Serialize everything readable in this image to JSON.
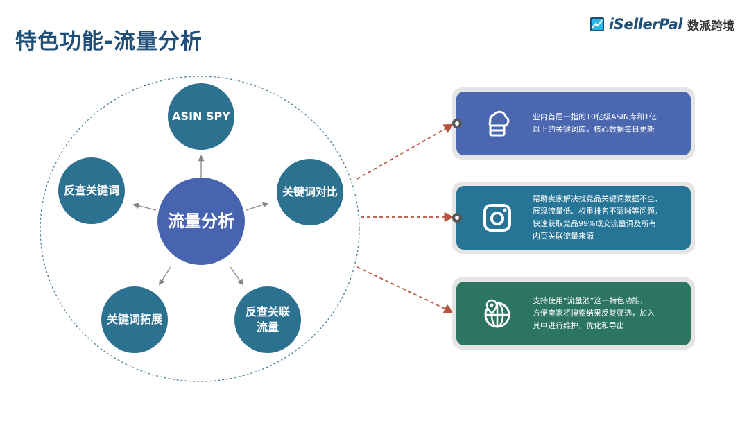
{
  "page_title": "特色功能-流量分析",
  "brand": {
    "name": "iSellerPal",
    "cn_name": "数派跨境",
    "colors": {
      "primary": "#1f4e79",
      "accent": "#2eb8e6"
    }
  },
  "diagram": {
    "center": {
      "label": "流量分析",
      "color": "#4864b0"
    },
    "nodes": [
      {
        "label": "ASIN SPY"
      },
      {
        "label": "关键词对比"
      },
      {
        "label": "反查关联流量"
      },
      {
        "label": "关键词拓展"
      },
      {
        "label": "反查关键词"
      }
    ],
    "node_color": "#2d7191"
  },
  "cards": [
    {
      "icon": "cloud-database-icon",
      "color": "#4a67b0",
      "lines": [
        "业内首屈一指的10亿级ASIN库和1亿",
        "以上的关键词库，核心数据每日更新"
      ]
    },
    {
      "icon": "camera-icon",
      "color": "#277596",
      "lines": [
        "帮助卖家解决找竞品关键词数据不全、",
        "展现流量低、权重排名不清晰等问题，",
        "快速获取竞品99%成交流量词及所有",
        "内页关联流量来源"
      ]
    },
    {
      "icon": "globe-location-icon",
      "color": "#2b7561",
      "lines": [
        "支持使用“流量池”这一特色功能，",
        "方便卖家将搜索结果反复筛选，加入",
        "其中进行维护、优化和导出"
      ]
    }
  ]
}
